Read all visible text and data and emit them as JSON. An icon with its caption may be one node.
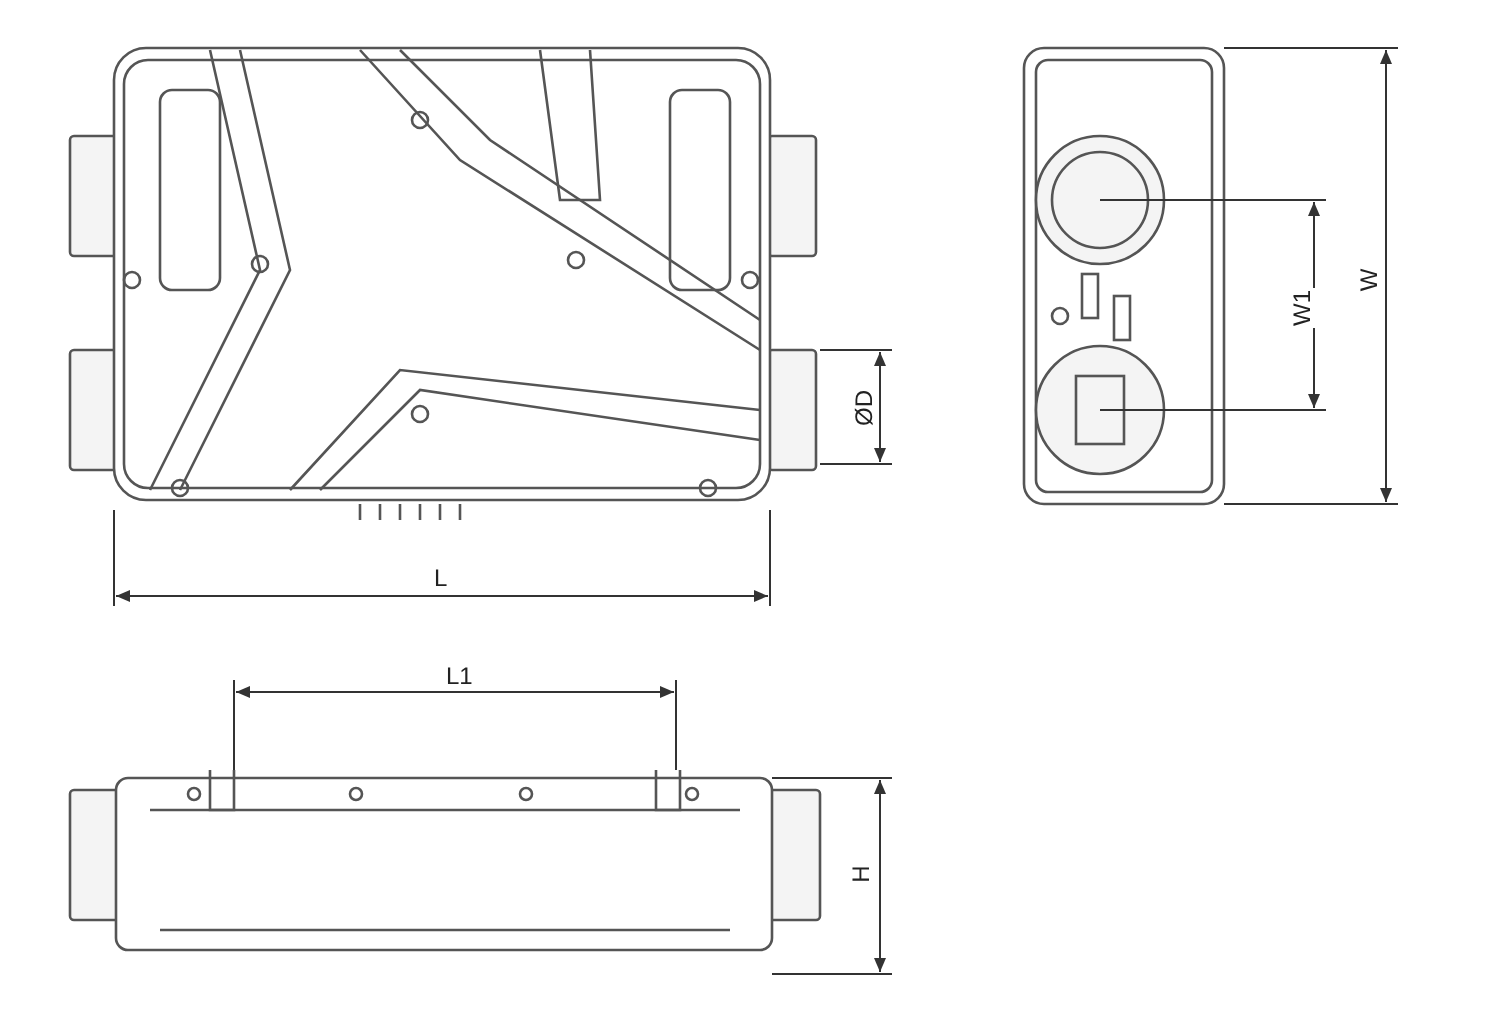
{
  "diagram": {
    "labels": [
      "W",
      "W1",
      "ØD",
      "L",
      "L1",
      "H"
    ]
  }
}
